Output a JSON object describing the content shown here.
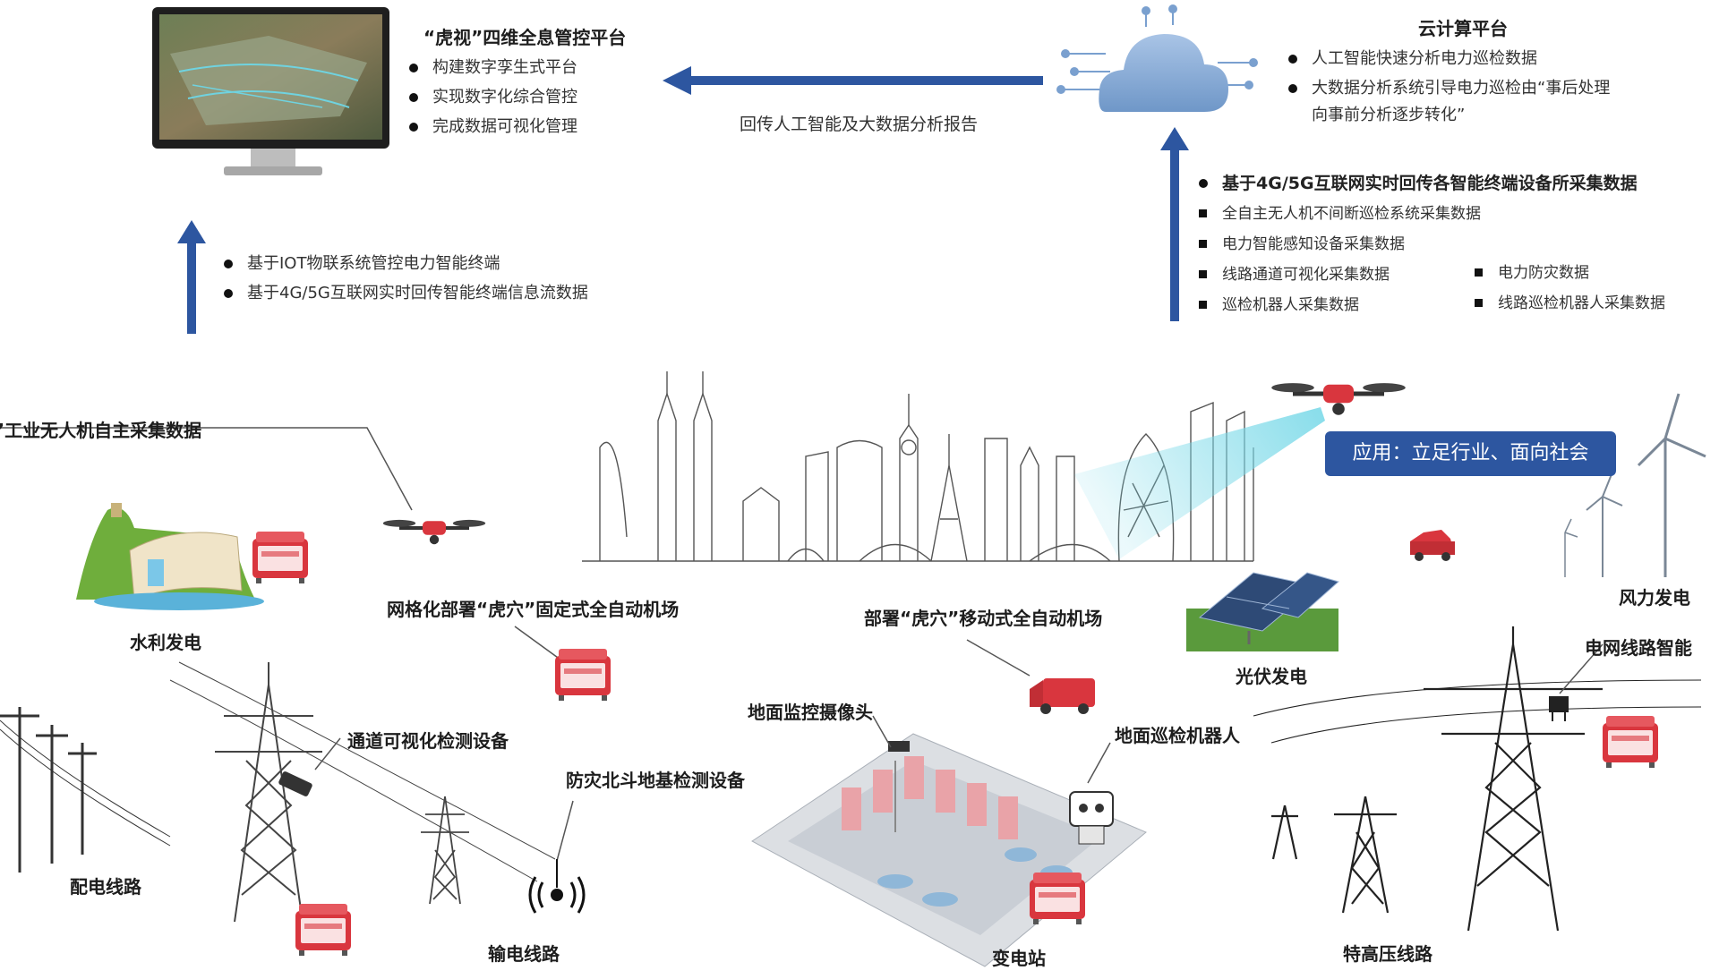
{
  "platform": {
    "title": "“虎视”四维全息管控平台",
    "items": [
      "构建数字孪生式平台",
      "实现数字化综合管控",
      "完成数据可视化管理"
    ]
  },
  "cloud": {
    "title": "云计算平台",
    "items": [
      "人工智能快速分析电力巡检数据",
      "大数据分析系统引导电力巡检由“事后处理",
      "向事前分析逐步转化”"
    ]
  },
  "report_arrow_label": "回传人工智能及大数据分析报告",
  "iot_uplink": {
    "items": [
      "基于IOT物联系统管控电力智能终端",
      "基于4G/5G互联网实时回传智能终端信息流数据"
    ]
  },
  "data_uplink": {
    "header": "基于4G/5G互联网实时回传各智能终端设备所采集数据",
    "items_left": [
      "全自主无人机不间断巡检系统采集数据",
      "电力智能感知设备采集数据",
      "线路通道可视化采集数据",
      "巡检机器人采集数据"
    ],
    "items_right": [
      "电力防灾数据",
      "线路巡检机器人采集数据"
    ]
  },
  "application_banner": "应用：立足行业、面向社会",
  "scene_labels": {
    "drone_collect": "”工业无人机自主采集数据",
    "hydro": "水利发电",
    "grid_hangar": "网格化部署“虎穴”固定式全自动机场",
    "mobile_hangar": "部署“虎穴”移动式全自动机场",
    "solar": "光伏发电",
    "wind": "风力发电",
    "grid_smart": "电网线路智能",
    "channel_device": "通道可视化检测设备",
    "beidou": "防灾北斗地基检测设备",
    "camera": "地面监控摄像头",
    "robot": "地面巡检机器人",
    "distribution": "配电线路",
    "transmission": "输电线路",
    "substation": "变电站",
    "uhv": "特高压线路"
  },
  "colors": {
    "arrow": "#2d56a0",
    "hangar": "#d9363e",
    "cloud": "#8fb0d8",
    "beam": "#7ad9e8"
  }
}
